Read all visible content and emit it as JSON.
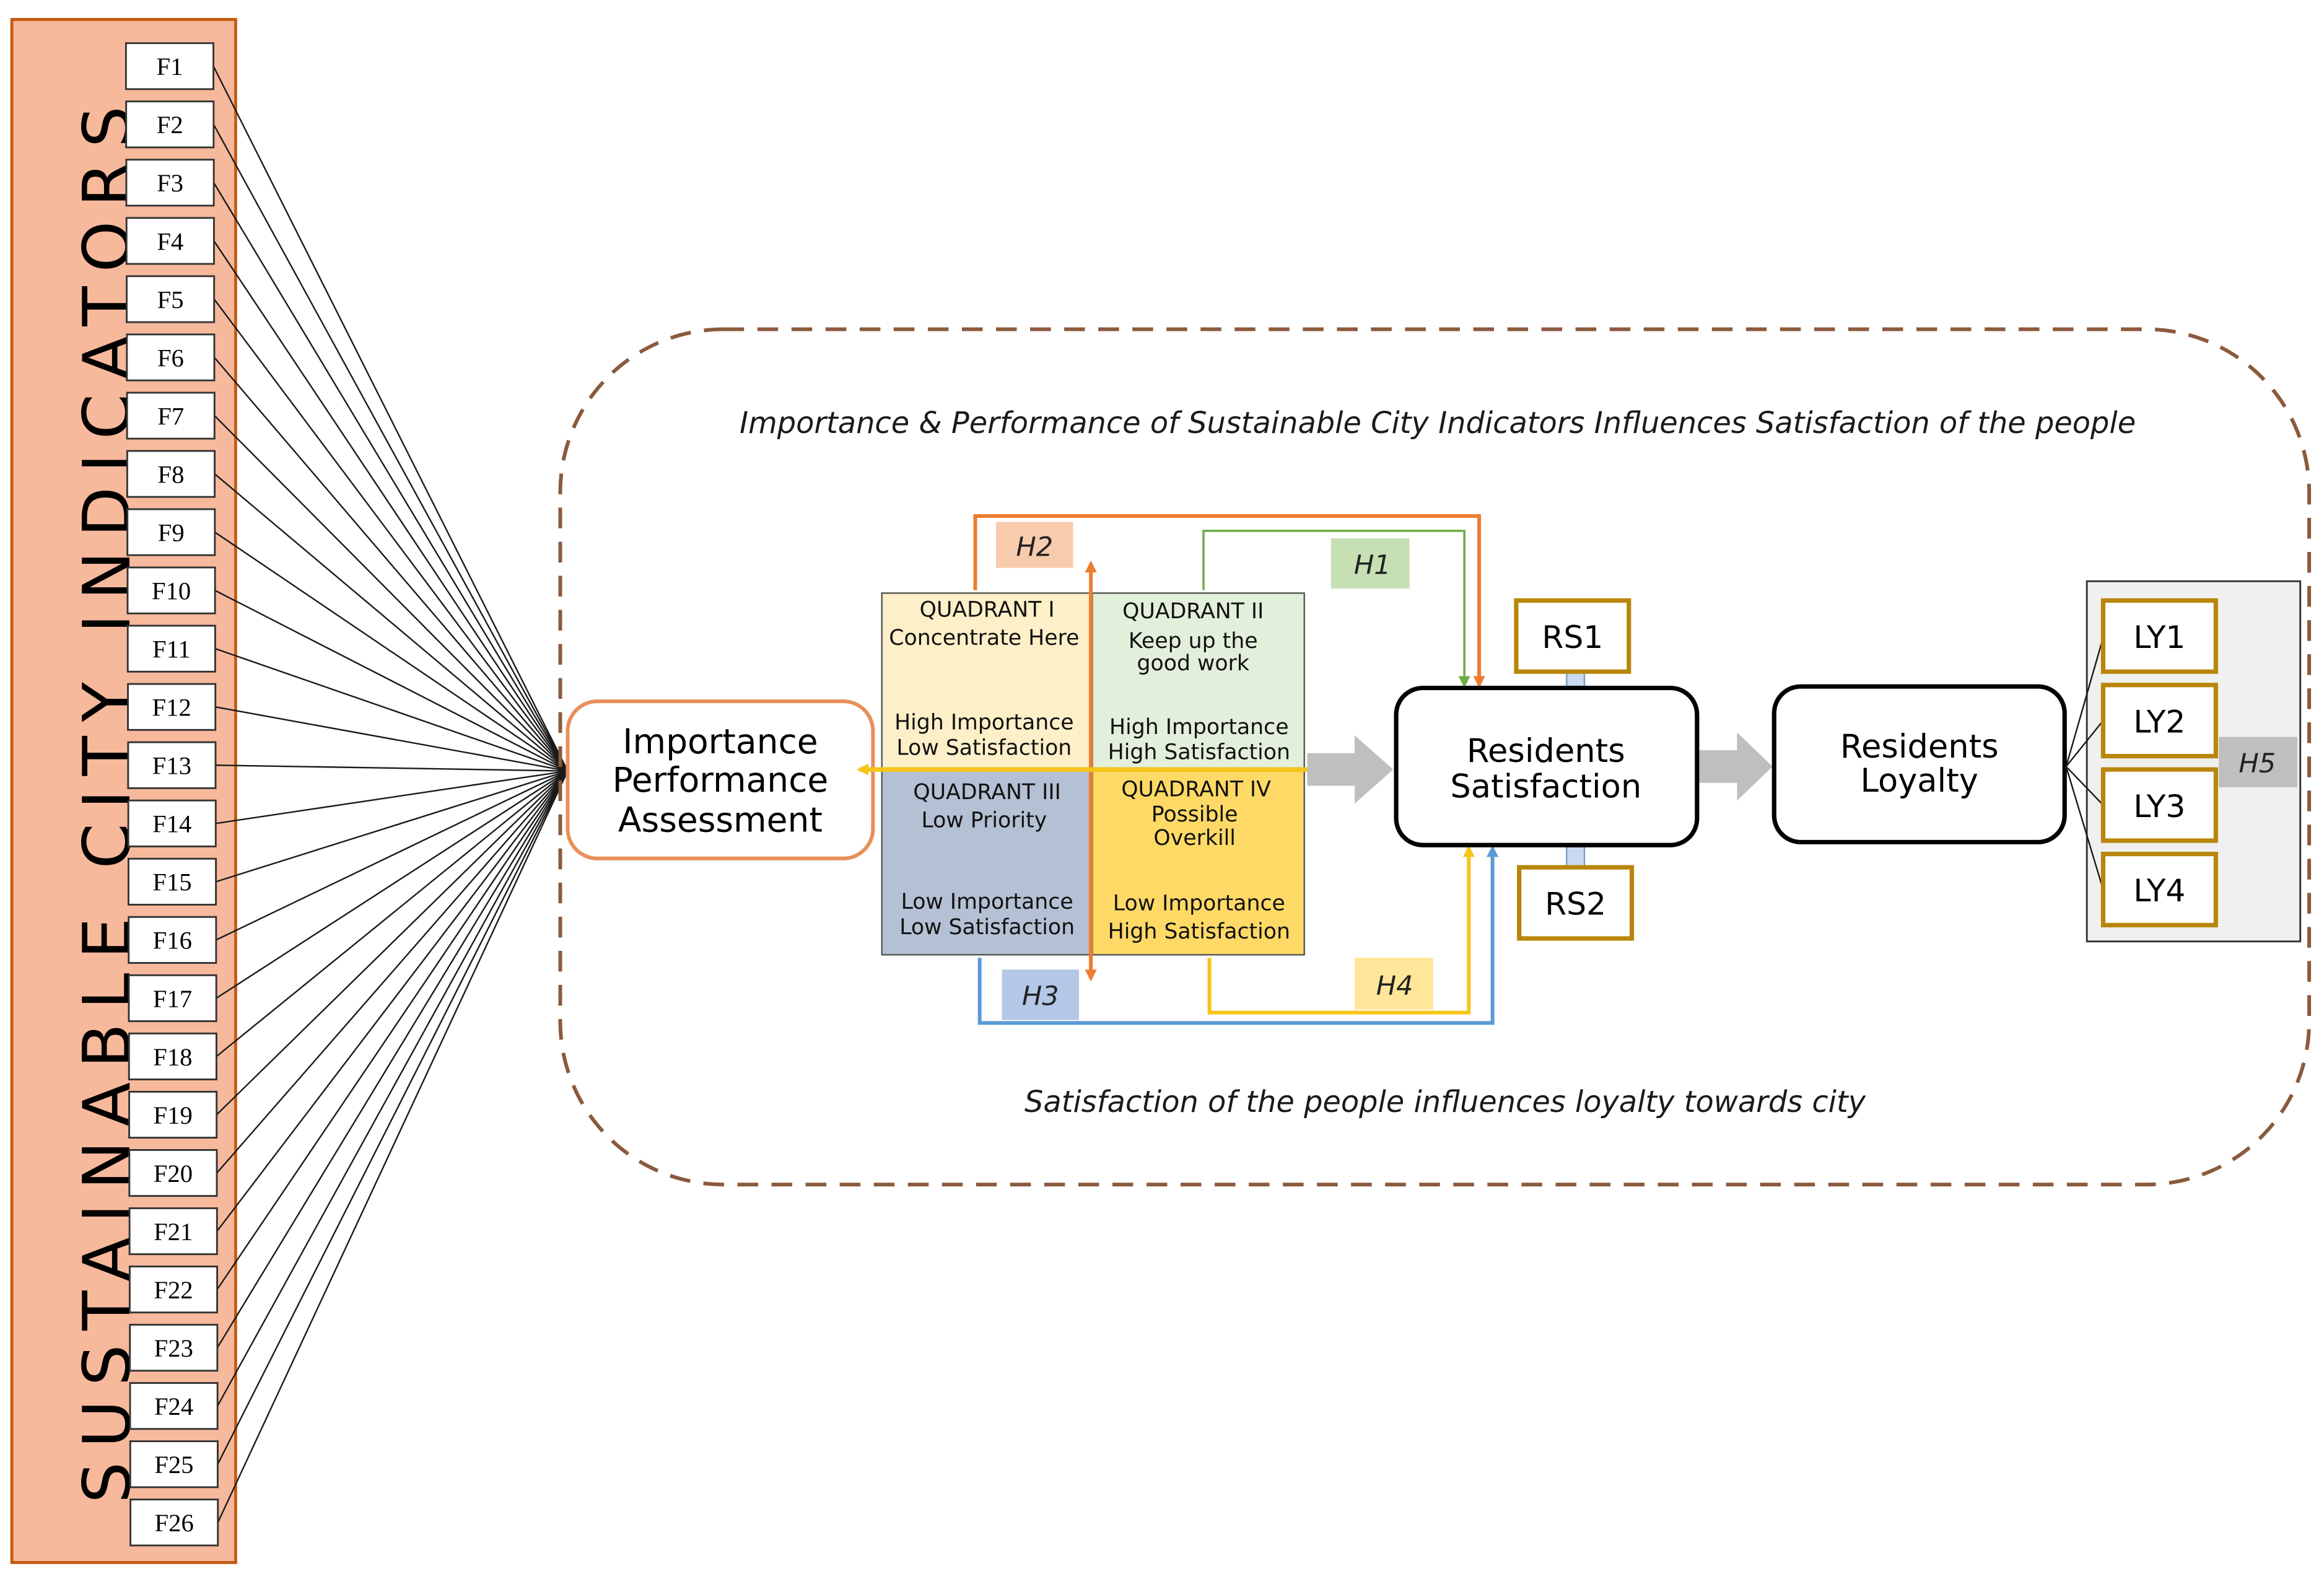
{
  "sidebar": {
    "title": "SUSTAINABLE CITY INDICATORS",
    "factors": [
      "F1",
      "F2",
      "F3",
      "F4",
      "F5",
      "F6",
      "F7",
      "F8",
      "F9",
      "F10",
      "F11",
      "F12",
      "F13",
      "F14",
      "F15",
      "F16",
      "F17",
      "F18",
      "F19",
      "F20",
      "F21",
      "F22",
      "F23",
      "F24",
      "F25",
      "F26"
    ]
  },
  "frame": {
    "top_caption": "Importance & Performance of Sustainable City Indicators Influences Satisfaction of the people",
    "bottom_caption": "Satisfaction of the people influences loyalty towards city"
  },
  "ipa": {
    "line1": "Importance",
    "line2": "Performance",
    "line3": "Assessment"
  },
  "quadrants": {
    "q1": {
      "title": "QUADRANT I",
      "subtitle": "Concentrate Here",
      "line1": "High Importance",
      "line2": "Low Satisfaction"
    },
    "q2": {
      "title": "QUADRANT II",
      "subtitle1": "Keep up the",
      "subtitle2": "good work",
      "line1": "High Importance",
      "line2": "High Satisfaction"
    },
    "q3": {
      "title": "QUADRANT III",
      "subtitle": "Low Priority",
      "line1": "Low Importance",
      "line2": "Low Satisfaction"
    },
    "q4": {
      "title": "QUADRANT IV",
      "subtitle1": "Possible",
      "subtitle2": "Overkill",
      "line1": "Low Importance",
      "line2": "High Satisfaction"
    }
  },
  "hypotheses": {
    "h1": "H1",
    "h2": "H2",
    "h3": "H3",
    "h4": "H4",
    "h5": "H5"
  },
  "satisfaction": {
    "line1": "Residents",
    "line2": "Satisfaction",
    "items": [
      "RS1",
      "RS2"
    ]
  },
  "loyalty": {
    "line1": "Residents",
    "line2": "Loyalty",
    "items": [
      "LY1",
      "LY2",
      "LY3",
      "LY4"
    ]
  },
  "colors": {
    "sidebar_fill": "#f7b99c",
    "sidebar_border": "#c55a11",
    "frame_dash": "#8b5a3c",
    "ipa_border": "#e98f5a",
    "q1": "#fdefc8",
    "q2": "#e2efda",
    "q3": "#b4c0d3",
    "q4": "#ffd966",
    "orange": "#ed7d31",
    "green": "#70ad47",
    "blue": "#5b9bd5",
    "yellow": "#f5c518",
    "gold_border": "#b8860b",
    "h1_fill": "#c6e0b4",
    "h2_fill": "#f8cbad",
    "h3_fill": "#b4c7e7",
    "h4_fill": "#ffe699",
    "h5_fill": "#bfbfbf",
    "arrow_gray": "#bfbfbf"
  }
}
